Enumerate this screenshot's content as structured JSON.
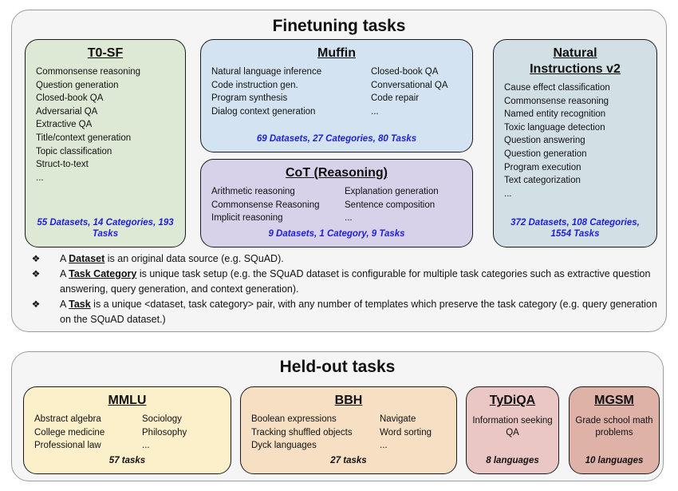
{
  "finetuning": {
    "title": "Finetuning tasks",
    "boxes": {
      "t0sf": {
        "title": "T0-SF",
        "items": [
          "Commonsense reasoning",
          "Question generation",
          "Closed-book QA",
          "Adversarial QA",
          "Extractive QA",
          "Title/context generation",
          "Topic classification",
          "Struct-to-text",
          "..."
        ],
        "stats": "55 Datasets, 14 Categories, 193 Tasks"
      },
      "muffin": {
        "title": "Muffin",
        "col1": [
          "Natural language inference",
          "Code instruction gen.",
          "Program synthesis",
          "Dialog context generation"
        ],
        "col2": [
          "Closed-book QA",
          "Conversational QA",
          "Code repair",
          "..."
        ],
        "stats": "69 Datasets, 27 Categories, 80 Tasks"
      },
      "cot": {
        "title": "CoT (Reasoning)",
        "col1": [
          "Arithmetic reasoning",
          "Commonsense Reasoning",
          "Implicit reasoning"
        ],
        "col2": [
          "Explanation generation",
          "Sentence composition",
          "..."
        ],
        "stats": "9 Datasets, 1 Category, 9 Tasks"
      },
      "niv2": {
        "title": "Natural Instructions v2",
        "items": [
          "Cause effect classification",
          "Commonsense reasoning",
          "Named entity recognition",
          "Toxic language detection",
          "Question answering",
          "Question generation",
          "Program execution",
          "Text categorization",
          "..."
        ],
        "stats": "372 Datasets, 108 Categories, 1554 Tasks"
      }
    },
    "notes": [
      {
        "bullet": "❖",
        "pre": "A ",
        "term": "Dataset",
        "post": " is an original data source (e.g. SQuAD)."
      },
      {
        "bullet": "❖",
        "pre": "A ",
        "term": "Task Category",
        "post": " is unique task setup (e.g. the SQuAD dataset is configurable for multiple task categories such as extractive question answering, query generation, and context generation)."
      },
      {
        "bullet": "❖",
        "pre": "A ",
        "term": "Task",
        "post": " is a unique <dataset, task category> pair, with any number of templates which preserve the task category (e.g. query generation on the SQuAD dataset.)"
      }
    ]
  },
  "heldout": {
    "title": "Held-out tasks",
    "boxes": {
      "mmlu": {
        "title": "MMLU",
        "col1": [
          "Abstract algebra",
          "College medicine",
          "Professional law"
        ],
        "col2": [
          "Sociology",
          "Philosophy",
          "..."
        ],
        "stats": "57 tasks"
      },
      "bbh": {
        "title": "BBH",
        "col1": [
          "Boolean expressions",
          "Tracking shuffled objects",
          "Dyck languages"
        ],
        "col2": [
          "Navigate",
          "Word sorting",
          "..."
        ],
        "stats": "27 tasks"
      },
      "tydiqa": {
        "title": "TyDiQA",
        "desc": "Information seeking QA",
        "stats": "8 languages"
      },
      "mgsm": {
        "title": "MGSM",
        "desc": "Grade school math problems",
        "stats": "10 languages"
      }
    }
  },
  "colors": {
    "stats_blue": "#1f1fd3",
    "t0sf_bg": "#dde9d5",
    "muffin_bg": "#d3e3f2",
    "cot_bg": "#d7d1ea",
    "niv2_bg": "#d2e0e5",
    "mmlu_bg": "#fbf0ca",
    "bbh_bg": "#f6dfc3",
    "tydiqa_bg": "#eac7c4",
    "mgsm_bg": "#dfb2a8",
    "section_bg": "#f5f5f6"
  }
}
